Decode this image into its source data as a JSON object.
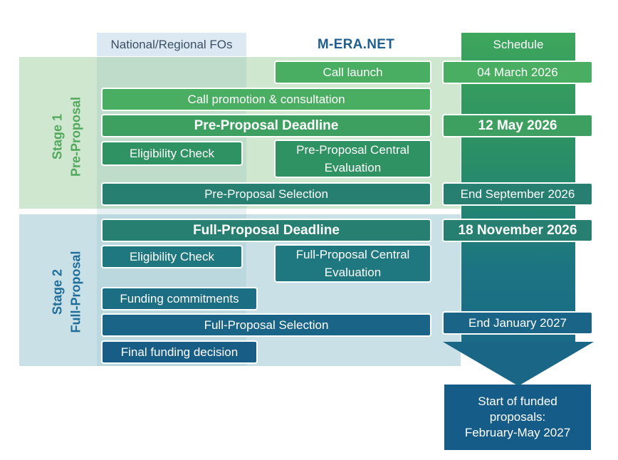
{
  "headers": {
    "national": "National/Regional FOs",
    "mera": "M-ERA.NET",
    "schedule": "Schedule"
  },
  "stage1": {
    "line1": "Stage 1",
    "line2": "Pre-Proposal"
  },
  "stage2": {
    "line1": "Stage 2",
    "line2": "Full-Proposal"
  },
  "steps": {
    "call_launch": "Call launch",
    "call_promotion": "Call promotion & consultation",
    "pre_deadline": "Pre-Proposal Deadline",
    "pre_eligibility": "Eligibility Check",
    "pre_central_eval": "Pre-Proposal Central Evaluation",
    "pre_selection": "Pre-Proposal Selection",
    "full_deadline": "Full-Proposal Deadline",
    "full_eligibility": "Eligibility Check",
    "full_central_eval": "Full-Proposal Central Evaluation",
    "funding_commitments": "Funding commitments",
    "full_selection": "Full-Proposal Selection",
    "final_decision": "Final funding decision"
  },
  "schedule": {
    "call_launch_date": "04 March 2026",
    "pre_deadline_date": "12 May 2026",
    "pre_selection_date": "End September 2026",
    "full_deadline_date": "18 November 2026",
    "full_selection_date": "End January 2027",
    "start_funded": "Start of funded\nproposals:\nFebruary-May 2027"
  },
  "colors": {
    "stage1_bg": "#cfe6cf",
    "stage2_bg": "#c9e1e6",
    "green_accent": "#52a85c",
    "blue_accent": "#1f6d9a",
    "mera_title": "#1f5f8f"
  }
}
